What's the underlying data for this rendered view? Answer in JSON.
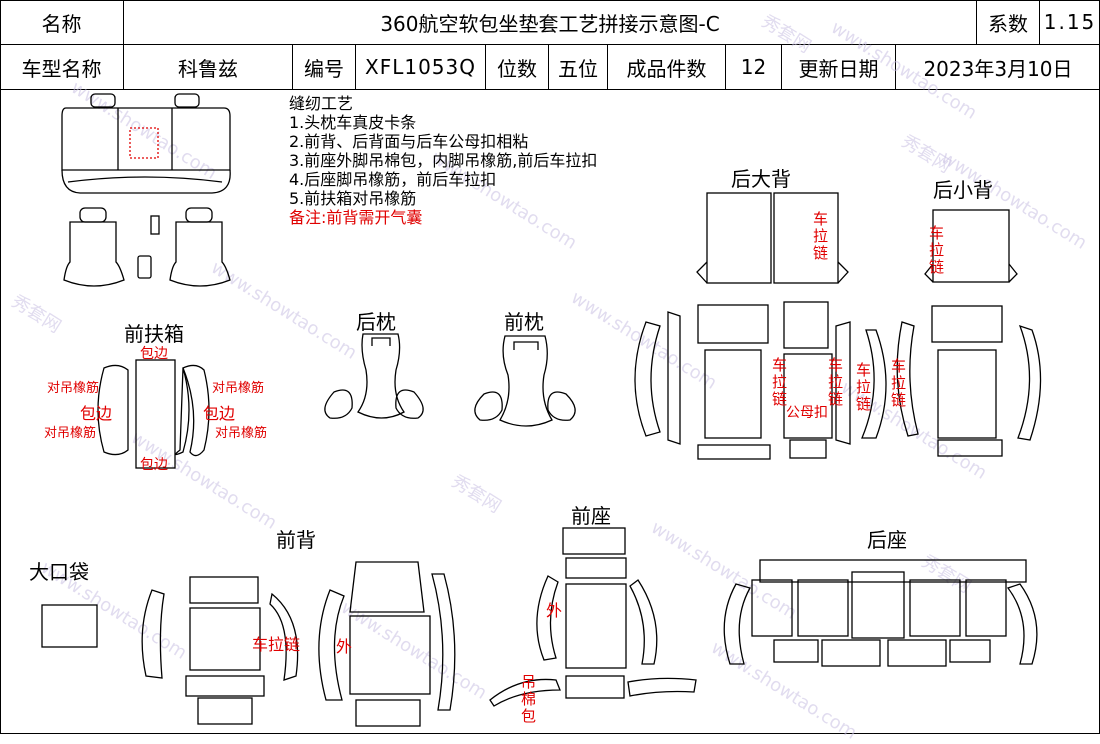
{
  "header": {
    "name_label": "名称",
    "title": "360航空软包坐垫套工艺拼接示意图-C",
    "coef_label": "系数",
    "coef_value": "1.15",
    "model_label": "车型名称",
    "model_value": "科鲁兹",
    "code_label": "编号",
    "code_value": "XFL1053Q",
    "seats_label": "位数",
    "seats_value": "五位",
    "pieces_label": "成品件数",
    "pieces_value": "12",
    "date_label": "更新日期",
    "date_value": "2023年3月10日"
  },
  "notes": {
    "heading": "缝纫工艺",
    "items": [
      "1.头枕车真皮卡条",
      "2.前背、后背面与后车公母扣相粘",
      "3.前座外脚吊棉包，内脚吊橡筋,前后车拉扣",
      "4.后座脚吊橡筋，前后车拉扣",
      "5.前扶箱对吊橡筋"
    ],
    "remark": "备注:前背需开气囊"
  },
  "sections": {
    "rear_big_back": "后大背",
    "rear_small_back": "后小背",
    "front_armrest": "前扶箱",
    "rear_pillow": "后枕",
    "front_pillow": "前枕",
    "front_back": "前背",
    "front_seat": "前座",
    "rear_seat": "后座",
    "big_pocket": "大口袋"
  },
  "annotations": {
    "zipper": "车拉链",
    "wrap_edge": "包边",
    "pair_elastic": "对吊橡筋",
    "snap": "公母扣",
    "outer": "外",
    "cotton_pad": "吊棉包"
  },
  "watermark": [
    "秀套网",
    "www.showtao.com"
  ],
  "colors": {
    "line": "#000000",
    "annotation": "#e00000",
    "watermark": "#c9c0e3"
  }
}
